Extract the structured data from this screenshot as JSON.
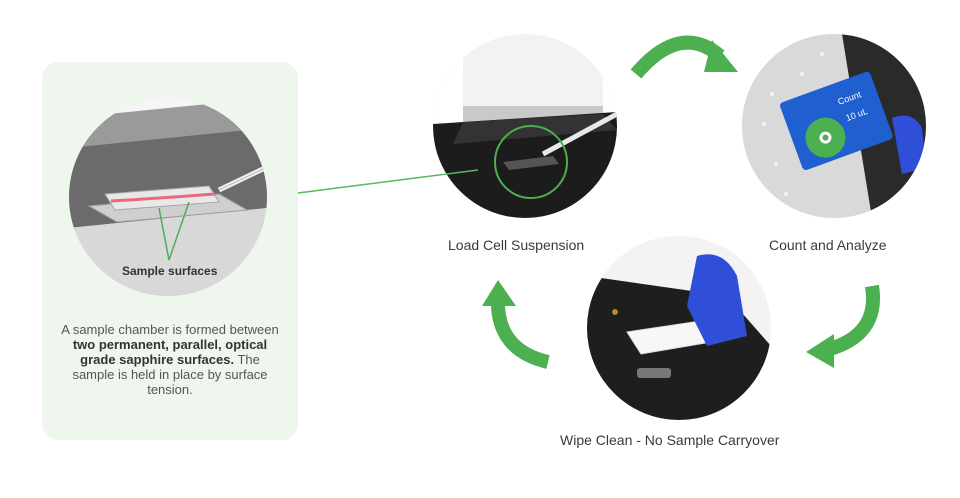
{
  "steps": {
    "load_label": "Load Cell Suspension",
    "count_label": "Count and Analyze",
    "wipe_label": "Wipe Clean - No Sample Carryover"
  },
  "detail": {
    "sample_label": "Sample surfaces",
    "desc_part1": "A sample chamber is formed between ",
    "desc_bold": "two permanent, parallel, optical grade sapphire surfaces.",
    "desc_part2": " The sample is held in place by surface tension."
  },
  "screen": {
    "count_title": "Count",
    "count_volume": "10 uL"
  },
  "colors": {
    "arrow_green": "#4caf50",
    "panel_bg": "#eef6ee",
    "connector_green": "#5cb85c",
    "screen_blue": "#1f5fd0",
    "glove_blue": "#2f4fd8"
  }
}
